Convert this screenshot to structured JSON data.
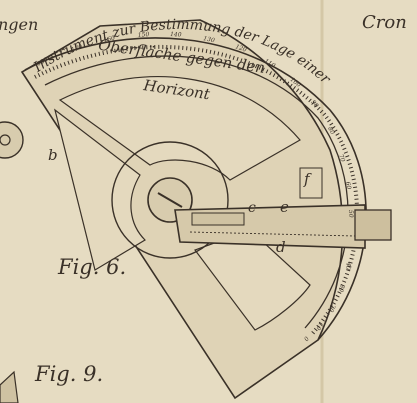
{
  "engraving": {
    "caption_top_left": "ngen",
    "caption_top_right": "Cron",
    "scale_inscription": "Instrument zur Bestimmung der Lage einer",
    "inner_inscription_line1": "Oberfläche gegen den",
    "inner_inscription_line2": "Horizont",
    "part_letters": {
      "b": "b",
      "c": "c",
      "d": "d",
      "e": "e",
      "f": "f"
    },
    "fig_main": "Fig. 6.",
    "fig_lower": "Fig. 9.",
    "scale_numbers": [
      "180",
      "170",
      "160",
      "150",
      "140",
      "130",
      "120",
      "110",
      "100",
      "90",
      "80",
      "70",
      "60",
      "50",
      "40",
      "30",
      "20",
      "10",
      "0"
    ]
  }
}
